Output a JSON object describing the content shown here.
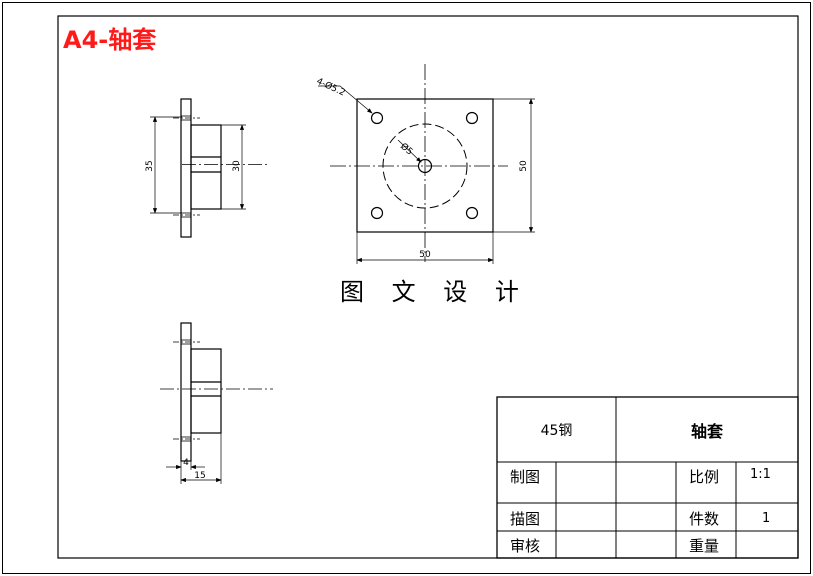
{
  "title": "A4-轴套",
  "watermark": "图 文 设 计",
  "dimensions": {
    "hole_callout": "4-Ø5.2",
    "center_hole": "Ø5",
    "plate_height": "50",
    "plate_width": "50",
    "side_outer": "35",
    "side_inner": "30",
    "flange_thk": "4",
    "total_len": "15"
  },
  "title_block": {
    "material": "45钢",
    "part_name": "轴套",
    "drawn_label": "制图",
    "traced_label": "描图",
    "checked_label": "审核",
    "scale_label": "比例",
    "scale_value": "1:1",
    "qty_label": "件数",
    "qty_value": "1",
    "weight_label": "重量"
  }
}
